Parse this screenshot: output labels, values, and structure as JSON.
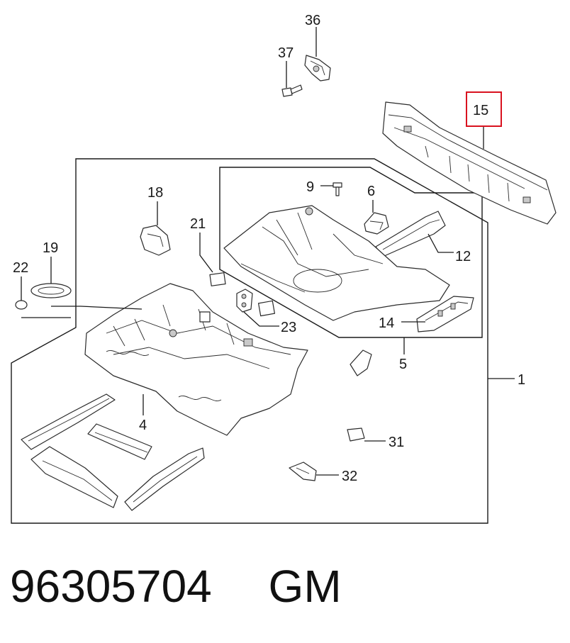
{
  "diagram": {
    "highlight_color": "#d9121f",
    "highlighted_callout": "15",
    "callouts": [
      {
        "id": "c36",
        "label": "36"
      },
      {
        "id": "c37",
        "label": "37"
      },
      {
        "id": "c15",
        "label": "15"
      },
      {
        "id": "c9",
        "label": "9"
      },
      {
        "id": "c6",
        "label": "6"
      },
      {
        "id": "c18",
        "label": "18"
      },
      {
        "id": "c21",
        "label": "21"
      },
      {
        "id": "c19",
        "label": "19"
      },
      {
        "id": "c22",
        "label": "22"
      },
      {
        "id": "c12",
        "label": "12"
      },
      {
        "id": "c23",
        "label": "23"
      },
      {
        "id": "c14",
        "label": "14"
      },
      {
        "id": "c5",
        "label": "5"
      },
      {
        "id": "c1",
        "label": "1"
      },
      {
        "id": "c4",
        "label": "4"
      },
      {
        "id": "c31",
        "label": "31"
      },
      {
        "id": "c32",
        "label": "32"
      }
    ]
  },
  "footer": {
    "part_number": "96305704",
    "brand": "GM"
  }
}
